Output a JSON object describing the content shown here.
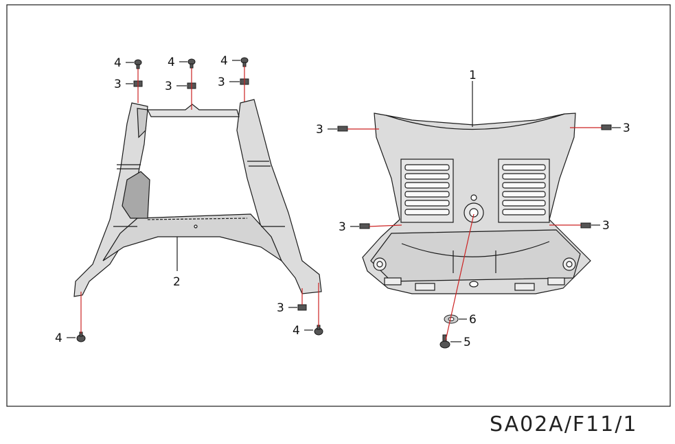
{
  "diagram": {
    "drawing_code": "SA02A/F11/1",
    "callouts": {
      "c1": "1",
      "c2": "2",
      "c3a": "3",
      "c3b": "3",
      "c3c": "3",
      "c3d": "3",
      "c3e": "3",
      "c3f": "3",
      "c3g": "3",
      "c3h": "3",
      "c4a": "4",
      "c4b": "4",
      "c4c": "4",
      "c4d": "4",
      "c4e": "4",
      "c5": "5",
      "c6": "6"
    },
    "colors": {
      "line": "#1a1a1a",
      "leader": "#cc2222",
      "part_fill": "#dcdcdc",
      "part_dark": "#9a9a9a"
    }
  }
}
